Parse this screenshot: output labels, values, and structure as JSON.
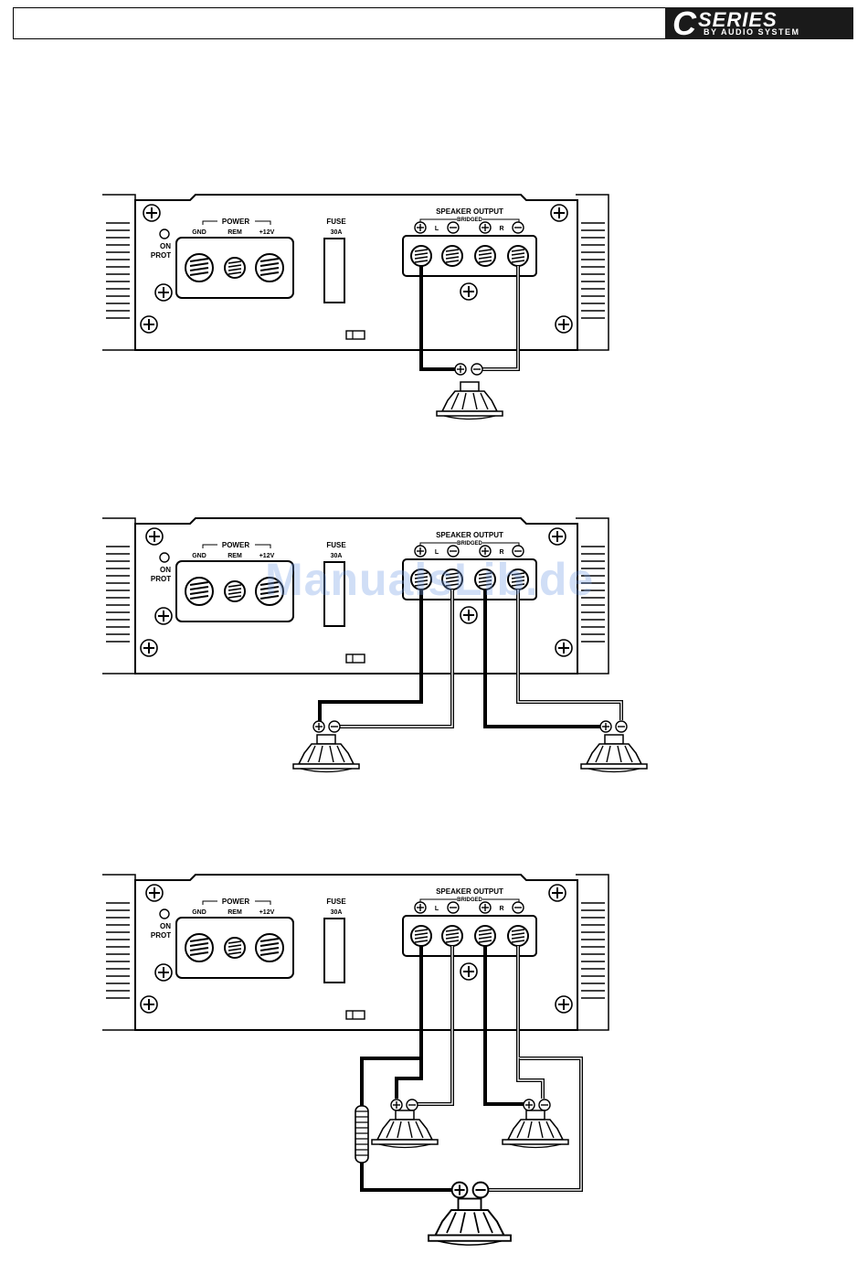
{
  "header": {
    "brand_c": "C",
    "brand_series": "SERIES",
    "brand_by": "BY AUDIO SYSTEM"
  },
  "amp": {
    "power": "POWER",
    "gnd": "GND",
    "rem": "REM",
    "plus12v": "+12V",
    "fuse": "FUSE",
    "fuse_rating": "30A",
    "on": "ON",
    "prot": "PROT",
    "speaker_output": "SPEAKER OUTPUT",
    "bridged": "BRIDGED",
    "left": "L",
    "right": "R"
  },
  "watermark": "ManualsLib.de",
  "diagrams": [
    {
      "id": "bridged-mono",
      "speakers": 1
    },
    {
      "id": "stereo",
      "speakers": 2
    },
    {
      "id": "tri-mode",
      "speakers": 3
    }
  ]
}
